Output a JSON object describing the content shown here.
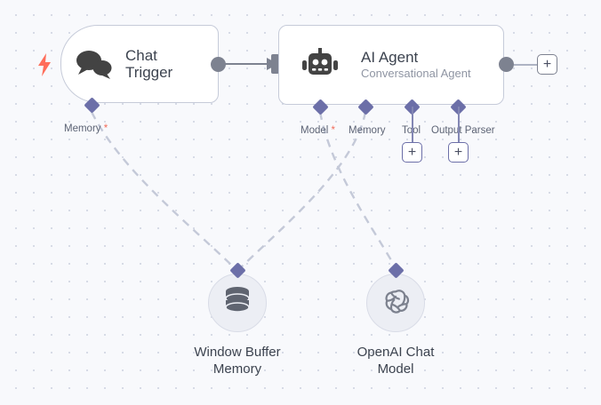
{
  "canvas": {
    "background_color": "#f8f9fc",
    "grid_dot_color": "#d7dbe6",
    "accent_purple": "#6c6fa8",
    "accent_orange": "#ff6d5a",
    "connector_gray": "#7d8290"
  },
  "nodes": {
    "chat_trigger": {
      "title": "Chat\nTrigger",
      "icon": "chat-bubbles-icon",
      "trigger_icon": "lightning-bolt-icon",
      "ports": [
        {
          "label": "Memory",
          "required": true
        }
      ]
    },
    "ai_agent": {
      "title": "AI Agent",
      "subtitle": "Conversational Agent",
      "icon": "robot-icon",
      "ports": [
        {
          "label": "Model",
          "required": true,
          "has_add_button": false
        },
        {
          "label": "Memory",
          "required": false,
          "has_add_button": false
        },
        {
          "label": "Tool",
          "required": false,
          "has_add_button": true
        },
        {
          "label": "Output Parser",
          "required": false,
          "has_add_button": true
        }
      ]
    },
    "window_buffer_memory": {
      "title": "Window Buffer\nMemory",
      "icon": "database-icon"
    },
    "openai_chat_model": {
      "title": "OpenAI Chat\nModel",
      "icon": "openai-logo-icon"
    }
  },
  "buttons": {
    "add_node_label": "+",
    "add_tool_label": "+",
    "add_output_parser_label": "+"
  }
}
